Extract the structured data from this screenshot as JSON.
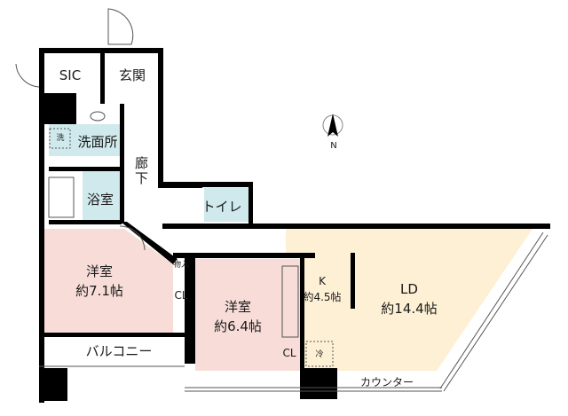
{
  "colors": {
    "wall": "#000000",
    "wet_area": "#cfe9ec",
    "western_room": "#f7dcd8",
    "living": "#fdf0d4"
  },
  "compass": {
    "icon": "north-arrow-icon",
    "label": "N"
  },
  "rooms": {
    "sic": {
      "name": "SIC"
    },
    "genkan": {
      "name": "玄関"
    },
    "washroom": {
      "name": "洗面所",
      "washer": "洗"
    },
    "hallway": {
      "name": "廊下"
    },
    "bathroom": {
      "name": "浴室"
    },
    "toilet": {
      "name": "トイレ"
    },
    "western1": {
      "name": "洋室",
      "size": "約7.1帖"
    },
    "storage": {
      "name": "物入"
    },
    "closet1": {
      "name": "CL"
    },
    "western2": {
      "name": "洋室",
      "size": "約6.4帖"
    },
    "closet2": {
      "name": "CL"
    },
    "kitchen": {
      "name": "K",
      "size": "約4.5帖",
      "fridge": "冷"
    },
    "ld": {
      "name": "LD",
      "size": "約14.4帖"
    },
    "balcony": {
      "name": "バルコニー"
    },
    "counter": {
      "name": "カウンター"
    }
  }
}
